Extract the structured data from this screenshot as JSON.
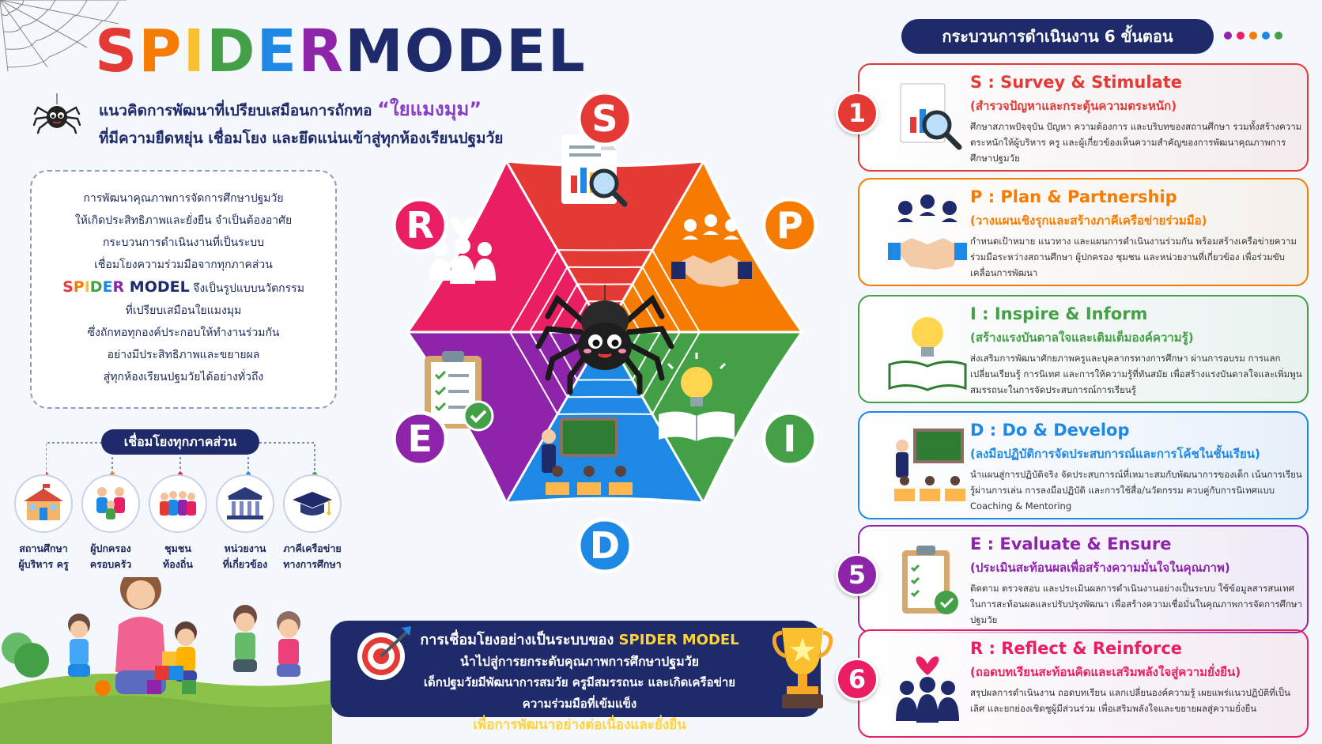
{
  "title": "SPIDER MODEL",
  "title_letters": [
    {
      "ch": "S",
      "color": "#e53935"
    },
    {
      "ch": "P",
      "color": "#f57c00"
    },
    {
      "ch": "I",
      "color": "#fbc02d"
    },
    {
      "ch": "D",
      "color": "#43a047"
    },
    {
      "ch": "E",
      "color": "#1e88e5"
    },
    {
      "ch": "R",
      "color": "#8e24aa"
    }
  ],
  "title_rest": " MODEL",
  "subtitle_line1": "แนวคิดการพัฒนาที่เปรียบเสมือนการถักทอ",
  "subtitle_quote": "“ใยแมงมุม”",
  "subtitle_line2": "ที่มีความยืดหยุ่น เชื่อมโยง และยึดแน่นเข้าสู่ทุกห้องเรียนปฐมวัย",
  "intro": {
    "lines_before": [
      "การพัฒนาคุณภาพการจัดการศึกษาปฐมวัย",
      "ให้เกิดประสิทธิภาพและยั่งยืน จำเป็นต้องอาศัย",
      "กระบวนการดำเนินงานที่เป็นระบบ",
      "เชื่อมโยงความร่วมมือจากทุกภาคส่วน"
    ],
    "brand": "SPIDER MODEL",
    "brand_suffix": " จึงเป็นรูปแบบนวัตกรรม",
    "lines_after": [
      "ที่เปรียบเสมือนใยแมงมุม",
      "ซึ่งถักทอทุกองค์ประกอบให้ทำงานร่วมกัน",
      "อย่างมีประสิทธิภาพและขยายผล",
      "สู่ทุกห้องเรียนปฐมวัยได้อย่างทั่วถึง"
    ]
  },
  "connect_title": "เชื่อมโยงทุกภาคส่วน",
  "partners": [
    {
      "label": "สถานศึกษา\nผู้บริหาร ครู",
      "icon": "school-icon"
    },
    {
      "label": "ผู้ปกครอง\nครอบครัว",
      "icon": "family-icon"
    },
    {
      "label": "ชุมชน\nท้องถิ่น",
      "icon": "community-icon"
    },
    {
      "label": "หน่วยงาน\nที่เกี่ยวข้อง",
      "icon": "government-building-icon"
    },
    {
      "label": "ภาคีเครือข่าย\nทางการศึกษา",
      "icon": "graduation-cap-icon"
    }
  ],
  "web": {
    "segments": [
      {
        "letter": "S",
        "color": "#e53935",
        "icon": "report-magnifier-icon"
      },
      {
        "letter": "P",
        "color": "#f57c00",
        "icon": "handshake-network-icon"
      },
      {
        "letter": "I",
        "color": "#43a047",
        "icon": "lightbulb-book-icon"
      },
      {
        "letter": "D",
        "color": "#1e88e5",
        "icon": "teacher-classroom-icon"
      },
      {
        "letter": "E",
        "color": "#8e24aa",
        "icon": "checklist-icon"
      },
      {
        "letter": "R",
        "color": "#e91e63",
        "icon": "heart-group-icon"
      }
    ]
  },
  "result": {
    "line1_prefix": "การเชื่อมโยงอย่างเป็นระบบของ ",
    "line1_highlight": "SPIDER MODEL",
    "line2": "นำไปสู่การยกระดับคุณภาพการศึกษาปฐมวัย",
    "line3": "เด็กปฐมวัยมีพัฒนาการสมวัย ครูมีสมรรถนะ และเกิดเครือข่ายความร่วมมือที่เข้มแข็ง",
    "line4": "เพื่อการพัฒนาอย่างต่อเนื่องและยั่งยืน"
  },
  "steps_title": "กระบวนการดำเนินงาน 6 ขั้นตอน",
  "dot_colors": [
    "#8e24aa",
    "#e91e63",
    "#f57c00",
    "#1e88e5",
    "#43a047"
  ],
  "steps": [
    {
      "num": "1",
      "color": "#e53935",
      "icon": "report-magnifier-icon",
      "head": "S : Survey & Stimulate",
      "sub": "(สำรวจปัญหาและกระตุ้นความตระหนัก)",
      "desc": "ศึกษาสภาพปัจจุบัน ปัญหา ความต้องการ และบริบทของสถานศึกษา รวมทั้งสร้างความตระหนักให้ผู้บริหาร ครู และผู้เกี่ยวข้องเห็นความสำคัญของการพัฒนาคุณภาพการศึกษาปฐมวัย"
    },
    {
      "num": "",
      "color": "#f57c00",
      "icon": "handshake-network-icon",
      "head": "P : Plan & Partnership",
      "sub": "(วางแผนเชิงรุกและสร้างภาคีเครือข่ายร่วมมือ)",
      "desc": "กำหนดเป้าหมาย แนวทาง และแผนการดำเนินงานร่วมกัน พร้อมสร้างเครือข่ายความร่วมมือระหว่างสถานศึกษา ผู้ปกครอง ชุมชน และหน่วยงานที่เกี่ยวข้อง เพื่อร่วมขับเคลื่อนการพัฒนา"
    },
    {
      "num": "",
      "color": "#43a047",
      "icon": "lightbulb-book-icon",
      "head": "I : Inspire & Inform",
      "sub": "(สร้างแรงบันดาลใจและเติมเต็มองค์ความรู้)",
      "desc": "ส่งเสริมการพัฒนาศักยภาพครูและบุคลากรทางการศึกษา ผ่านการอบรม การแลกเปลี่ยนเรียนรู้ การนิเทศ และการให้ความรู้ที่ทันสมัย เพื่อสร้างแรงบันดาลใจและเพิ่มพูนสมรรถนะในการจัดประสบการณ์การเรียนรู้"
    },
    {
      "num": "",
      "color": "#1e88e5",
      "icon": "teacher-classroom-icon",
      "head": "D : Do & Develop",
      "sub": "(ลงมือปฏิบัติการจัดประสบการณ์และการโค้ชในชั้นเรียน)",
      "desc": "นำแผนสู่การปฏิบัติจริง จัดประสบการณ์ที่เหมาะสมกับพัฒนาการของเด็ก เน้นการเรียนรู้ผ่านการเล่น การลงมือปฏิบัติ และการใช้สื่อ/นวัตกรรม ควบคู่กับการนิเทศแบบ Coaching & Mentoring"
    },
    {
      "num": "5",
      "color": "#8e24aa",
      "icon": "checklist-icon",
      "head": "E : Evaluate & Ensure",
      "sub": "(ประเมินสะท้อนผลเพื่อสร้างความมั่นใจในคุณภาพ)",
      "desc": "ติดตาม ตรวจสอบ และประเมินผลการดำเนินงานอย่างเป็นระบบ ใช้ข้อมูลสารสนเทศในการสะท้อนผลและปรับปรุงพัฒนา เพื่อสร้างความเชื่อมั่นในคุณภาพการจัดการศึกษาปฐมวัย"
    },
    {
      "num": "6",
      "color": "#e91e63",
      "icon": "heart-group-icon",
      "head": "R : Reflect & Reinforce",
      "sub": "(ถอดบทเรียนสะท้อนคิดและเสริมพลังใจสู่ความยั่งยืน)",
      "desc": "สรุปผลการดำเนินงาน ถอดบทเรียน แลกเปลี่ยนองค์ความรู้ เผยแพร่แนวปฏิบัติที่เป็นเลิศ และยกย่องเชิดชูผู้มีส่วนร่วม เพื่อเสริมพลังใจและขยายผลสู่ความยั่งยืน"
    }
  ]
}
